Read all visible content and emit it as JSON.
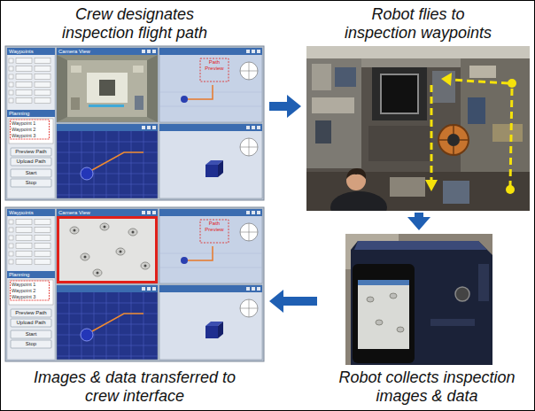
{
  "diagram": {
    "nodes": [
      {
        "text": [
          "Crew designates inspection flight path"
        ]
      },
      {
        "text": [
          "Robot flies to inspection waypoints"
        ]
      },
      {
        "text": [
          "Images & data transferred to crew interface"
        ]
      },
      {
        "text": [
          "Robot collects inspection images & data"
        ]
      }
    ],
    "edges": [
      {
        "from": 0,
        "to": 1,
        "arrow": "to"
      },
      {
        "from": 1,
        "to": 3,
        "arrow": "to"
      },
      {
        "from": 3,
        "to": 2,
        "arrow": "to"
      }
    ],
    "labels": [
      "Waypoints",
      "Camera View",
      "Path Preview",
      "Planning",
      "Waypoint 1",
      "Waypoint 2",
      "Waypoint 3",
      "Preview Path",
      "Upload Path",
      "Start",
      "Stop",
      "Waypoints",
      "Camera View",
      "Path Preview",
      "Planning",
      "Waypoint 1",
      "Waypoint 2",
      "Waypoint 3",
      "Preview Path",
      "Upload Path",
      "Start",
      "Stop"
    ]
  }
}
